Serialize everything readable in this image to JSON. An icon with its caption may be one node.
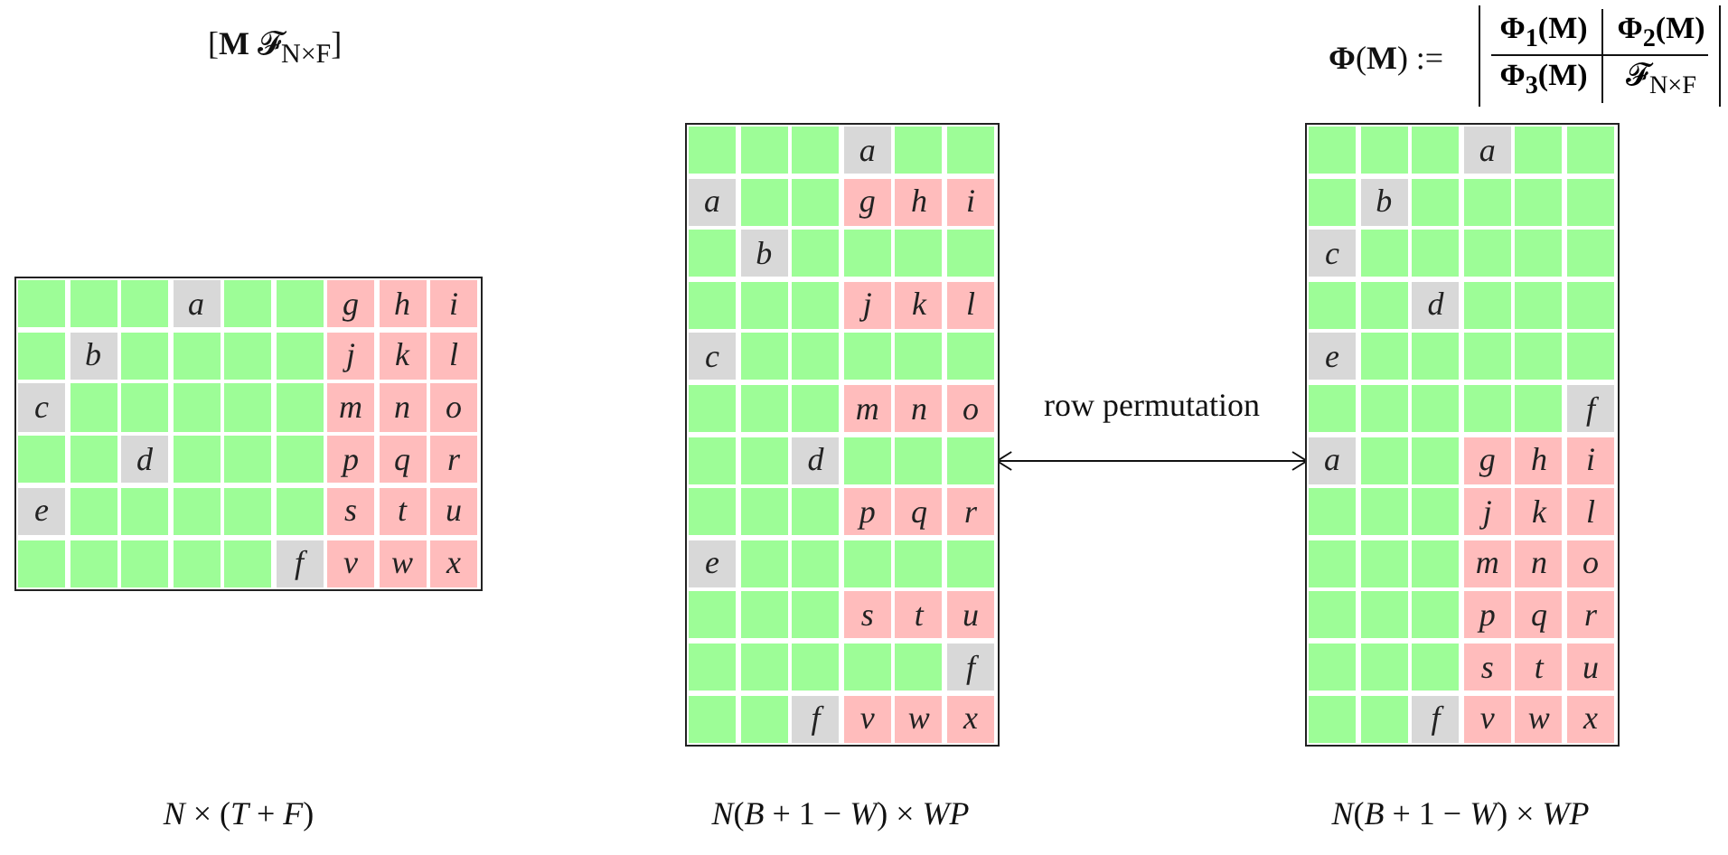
{
  "diagram": {
    "nodes": [
      {
        "text": [],
        "shape": "box"
      },
      {
        "text": [],
        "shape": "box",
        "in": 0
      },
      {
        "text": [],
        "shape": "box",
        "in": 0
      },
      {
        "text": [],
        "shape": "box",
        "in": 0
      },
      {
        "text": [
          "a"
        ],
        "in": 0
      },
      {
        "text": [],
        "shape": "box",
        "in": 0
      },
      {
        "text": [],
        "shape": "box",
        "in": 0
      },
      {
        "text": [
          "g"
        ],
        "in": 0
      },
      {
        "text": [
          "h"
        ],
        "in": 0
      },
      {
        "text": [
          "i"
        ],
        "in": 0
      },
      {
        "text": [],
        "shape": "box",
        "in": 0
      },
      {
        "text": [
          "b"
        ],
        "in": 0
      },
      {
        "text": [],
        "shape": "box",
        "in": 0
      },
      {
        "text": [],
        "shape": "box",
        "in": 0
      },
      {
        "text": [],
        "shape": "box",
        "in": 0
      },
      {
        "text": [],
        "shape": "box",
        "in": 0
      },
      {
        "text": [
          "j"
        ],
        "in": 0
      },
      {
        "text": [
          "k"
        ],
        "in": 0
      },
      {
        "text": [
          "l"
        ],
        "in": 0
      },
      {
        "text": [
          "c"
        ],
        "in": 0
      },
      {
        "text": [],
        "shape": "box",
        "in": 0
      },
      {
        "text": [],
        "shape": "box",
        "in": 0
      },
      {
        "text": [],
        "shape": "box",
        "in": 0
      },
      {
        "text": [],
        "shape": "box",
        "in": 0
      },
      {
        "text": [],
        "shape": "box",
        "in": 0
      },
      {
        "text": [
          "m"
        ],
        "in": 0
      },
      {
        "text": [
          "n"
        ],
        "in": 0
      },
      {
        "text": [
          "o"
        ],
        "in": 0
      },
      {
        "text": [],
        "shape": "box",
        "in": 0
      },
      {
        "text": [],
        "shape": "box",
        "in": 0
      },
      {
        "text": [
          "d"
        ],
        "in": 0
      },
      {
        "text": [],
        "shape": "box",
        "in": 0
      },
      {
        "text": [],
        "shape": "box",
        "in": 0
      },
      {
        "text": [],
        "shape": "box",
        "in": 0
      },
      {
        "text": [
          "p"
        ],
        "in": 0
      },
      {
        "text": [
          "q"
        ],
        "in": 0
      },
      {
        "text": [
          "r"
        ],
        "in": 0
      },
      {
        "text": [
          "e"
        ],
        "in": 0
      },
      {
        "text": [],
        "shape": "box",
        "in": 0
      },
      {
        "text": [],
        "shape": "box",
        "in": 0
      },
      {
        "text": [],
        "shape": "box",
        "in": 0
      },
      {
        "text": [],
        "shape": "box",
        "in": 0
      },
      {
        "text": [],
        "shape": "box",
        "in": 0
      },
      {
        "text": [
          "s"
        ],
        "in": 0
      },
      {
        "text": [
          "t"
        ],
        "in": 0
      },
      {
        "text": [
          "u"
        ],
        "in": 0
      },
      {
        "text": [],
        "shape": "box",
        "in": 0
      },
      {
        "text": [],
        "shape": "box",
        "in": 0
      },
      {
        "text": [],
        "shape": "box",
        "in": 0
      },
      {
        "text": [],
        "shape": "box",
        "in": 0
      },
      {
        "text": [],
        "shape": "box",
        "in": 0
      },
      {
        "text": [
          "f"
        ],
        "in": 0
      },
      {
        "text": [
          "v"
        ],
        "in": 0
      },
      {
        "text": [
          "w"
        ],
        "in": 0
      },
      {
        "text": [
          "x"
        ],
        "in": 0
      },
      {
        "text": [],
        "shape": "box"
      },
      {
        "text": [],
        "shape": "box",
        "in": 55
      },
      {
        "text": [],
        "shape": "box",
        "in": 55
      },
      {
        "text": [],
        "shape": "box",
        "in": 55
      },
      {
        "text": [
          "a"
        ],
        "in": 55
      },
      {
        "text": [],
        "shape": "box",
        "in": 55
      },
      {
        "text": [],
        "shape": "box",
        "in": 55
      },
      {
        "text": [
          "a"
        ],
        "in": 55
      },
      {
        "text": [],
        "shape": "box",
        "in": 55
      },
      {
        "text": [],
        "shape": "box",
        "in": 55
      },
      {
        "text": [
          "g"
        ],
        "in": 55
      },
      {
        "text": [
          "h"
        ],
        "in": 55
      },
      {
        "text": [
          "i"
        ],
        "in": 55
      },
      {
        "text": [],
        "shape": "box",
        "in": 55
      },
      {
        "text": [
          "b"
        ],
        "in": 55
      },
      {
        "text": [],
        "shape": "box",
        "in": 55
      },
      {
        "text": [],
        "shape": "box",
        "in": 55
      },
      {
        "text": [],
        "shape": "box",
        "in": 55
      },
      {
        "text": [],
        "shape": "box",
        "in": 55
      },
      {
        "text": [],
        "shape": "box",
        "in": 55
      },
      {
        "text": [],
        "shape": "box",
        "in": 55
      },
      {
        "text": [],
        "shape": "box",
        "in": 55
      },
      {
        "text": [
          "j"
        ],
        "in": 55
      },
      {
        "text": [
          "k"
        ],
        "in": 55
      },
      {
        "text": [
          "l"
        ],
        "in": 55
      },
      {
        "text": [
          "c"
        ],
        "in": 55
      },
      {
        "text": [],
        "shape": "box",
        "in": 55
      },
      {
        "text": [],
        "shape": "box",
        "in": 55
      },
      {
        "text": [],
        "shape": "box",
        "in": 55
      },
      {
        "text": [],
        "shape": "box",
        "in": 55
      },
      {
        "text": [],
        "shape": "box",
        "in": 55
      },
      {
        "text": [],
        "shape": "box",
        "in": 55
      },
      {
        "text": [],
        "shape": "box",
        "in": 55
      },
      {
        "text": [],
        "shape": "box",
        "in": 55
      },
      {
        "text": [
          "m"
        ],
        "in": 55
      },
      {
        "text": [
          "n"
        ],
        "in": 55
      },
      {
        "text": [
          "o"
        ],
        "in": 55
      },
      {
        "text": [],
        "shape": "box",
        "in": 55
      },
      {
        "text": [],
        "shape": "box",
        "in": 55
      },
      {
        "text": [
          "d"
        ],
        "in": 55
      },
      {
        "text": [],
        "shape": "box",
        "in": 55
      },
      {
        "text": [],
        "shape": "box",
        "in": 55
      },
      {
        "text": [],
        "shape": "box",
        "in": 55
      },
      {
        "text": [],
        "shape": "box",
        "in": 55
      },
      {
        "text": [],
        "shape": "box",
        "in": 55
      },
      {
        "text": [],
        "shape": "box",
        "in": 55
      },
      {
        "text": [
          "p"
        ],
        "in": 55
      },
      {
        "text": [
          "q"
        ],
        "in": 55
      },
      {
        "text": [
          "r"
        ],
        "in": 55
      },
      {
        "text": [
          "e"
        ],
        "in": 55
      },
      {
        "text": [],
        "shape": "box",
        "in": 55
      },
      {
        "text": [],
        "shape": "box",
        "in": 55
      },
      {
        "text": [],
        "shape": "box",
        "in": 55
      },
      {
        "text": [],
        "shape": "box",
        "in": 55
      },
      {
        "text": [],
        "shape": "box",
        "in": 55
      },
      {
        "text": [],
        "shape": "box",
        "in": 55
      },
      {
        "text": [],
        "shape": "box",
        "in": 55
      },
      {
        "text": [],
        "shape": "box",
        "in": 55
      },
      {
        "text": [
          "s"
        ],
        "in": 55
      },
      {
        "text": [
          "t"
        ],
        "in": 55
      },
      {
        "text": [
          "u"
        ],
        "in": 55
      },
      {
        "text": [],
        "shape": "box",
        "in": 55
      },
      {
        "text": [],
        "shape": "box",
        "in": 55
      },
      {
        "text": [],
        "shape": "box",
        "in": 55
      },
      {
        "text": [],
        "shape": "box",
        "in": 55
      },
      {
        "text": [],
        "shape": "box",
        "in": 55
      },
      {
        "text": [
          "f"
        ],
        "in": 55
      },
      {
        "text": [],
        "shape": "box",
        "in": 55
      },
      {
        "text": [],
        "shape": "box",
        "in": 55
      },
      {
        "text": [
          "f"
        ],
        "in": 55
      },
      {
        "text": [
          "v"
        ],
        "in": 55
      },
      {
        "text": [
          "w"
        ],
        "in": 55
      },
      {
        "text": [
          "x"
        ],
        "in": 55
      },
      {
        "text": [],
        "shape": "box"
      },
      {
        "text": [],
        "shape": "box",
        "in": 128
      },
      {
        "text": [],
        "shape": "box",
        "in": 128
      },
      {
        "text": [],
        "shape": "box",
        "in": 128
      },
      {
        "text": [
          "a"
        ],
        "in": 128
      },
      {
        "text": [],
        "shape": "box",
        "in": 128
      },
      {
        "text": [],
        "shape": "box",
        "in": 128
      },
      {
        "text": [],
        "shape": "box",
        "in": 128
      },
      {
        "text": [
          "b"
        ],
        "in": 128
      },
      {
        "text": [],
        "shape": "box",
        "in": 128
      },
      {
        "text": [],
        "shape": "box",
        "in": 128
      },
      {
        "text": [],
        "shape": "box",
        "in": 128
      },
      {
        "text": [],
        "shape": "box",
        "in": 128
      },
      {
        "text": [
          "c"
        ],
        "in": 128
      },
      {
        "text": [],
        "shape": "box",
        "in": 128
      },
      {
        "text": [],
        "shape": "box",
        "in": 128
      },
      {
        "text": [],
        "shape": "box",
        "in": 128
      },
      {
        "text": [],
        "shape": "box",
        "in": 128
      },
      {
        "text": [],
        "shape": "box",
        "in": 128
      },
      {
        "text": [],
        "shape": "box",
        "in": 128
      },
      {
        "text": [],
        "shape": "box",
        "in": 128
      },
      {
        "text": [
          "d"
        ],
        "in": 128
      },
      {
        "text": [],
        "shape": "box",
        "in": 128
      },
      {
        "text": [],
        "shape": "box",
        "in": 128
      },
      {
        "text": [],
        "shape": "box",
        "in": 128
      },
      {
        "text": [
          "e"
        ],
        "in": 128
      },
      {
        "text": [],
        "shape": "box",
        "in": 128
      },
      {
        "text": [],
        "shape": "box",
        "in": 128
      },
      {
        "text": [],
        "shape": "box",
        "in": 128
      },
      {
        "text": [],
        "shape": "box",
        "in": 128
      },
      {
        "text": [],
        "shape": "box",
        "in": 128
      },
      {
        "text": [],
        "shape": "box",
        "in": 128
      },
      {
        "text": [],
        "shape": "box",
        "in": 128
      },
      {
        "text": [],
        "shape": "box",
        "in": 128
      },
      {
        "text": [],
        "shape": "box",
        "in": 128
      },
      {
        "text": [],
        "shape": "box",
        "in": 128
      },
      {
        "text": [
          "f"
        ],
        "in": 128
      },
      {
        "text": [
          "a"
        ],
        "in": 128
      },
      {
        "text": [],
        "shape": "box",
        "in": 128
      },
      {
        "text": [],
        "shape": "box",
        "in": 128
      },
      {
        "text": [
          "g"
        ],
        "in": 128
      },
      {
        "text": [
          "h"
        ],
        "in": 128
      },
      {
        "text": [
          "i"
        ],
        "in": 128
      },
      {
        "text": [],
        "shape": "box",
        "in": 128
      },
      {
        "text": [],
        "shape": "box",
        "in": 128
      },
      {
        "text": [],
        "shape": "box",
        "in": 128
      },
      {
        "text": [
          "j"
        ],
        "in": 128
      },
      {
        "text": [
          "k"
        ],
        "in": 128
      },
      {
        "text": [
          "l"
        ],
        "in": 128
      },
      {
        "text": [],
        "shape": "box",
        "in": 128
      },
      {
        "text": [],
        "shape": "box",
        "in": 128
      },
      {
        "text": [],
        "shape": "box",
        "in": 128
      },
      {
        "text": [
          "m"
        ],
        "in": 128
      },
      {
        "text": [
          "n"
        ],
        "in": 128
      },
      {
        "text": [
          "o"
        ],
        "in": 128
      },
      {
        "text": [],
        "shape": "box",
        "in": 128
      },
      {
        "text": [],
        "shape": "box",
        "in": 128
      },
      {
        "text": [],
        "shape": "box",
        "in": 128
      },
      {
        "text": [
          "p"
        ],
        "in": 128
      },
      {
        "text": [
          "q"
        ],
        "in": 128
      },
      {
        "text": [
          "r"
        ],
        "in": 128
      },
      {
        "text": [],
        "shape": "box",
        "in": 128
      },
      {
        "text": [],
        "shape": "box",
        "in": 128
      },
      {
        "text": [],
        "shape": "box",
        "in": 128
      },
      {
        "text": [
          "s"
        ],
        "in": 128
      },
      {
        "text": [
          "t"
        ],
        "in": 128
      },
      {
        "text": [
          "u"
        ],
        "in": 128
      },
      {
        "text": [],
        "shape": "box",
        "in": 128
      },
      {
        "text": [],
        "shape": "box",
        "in": 128
      },
      {
        "text": [
          "f"
        ],
        "in": 128
      },
      {
        "text": [
          "v"
        ],
        "in": 128
      },
      {
        "text": [
          "w"
        ],
        "in": 128
      },
      {
        "text": [
          "x"
        ],
        "in": 128
      }
    ],
    "edges": [
      {
        "from": 55,
        "to": 128,
        "arrow": "both",
        "label": "row permutation"
      }
    ],
    "labels": [
      "[**M** 𝓕$_{N×F}$]",
      "**Φ**(**M**) :=",
      "Φ$_{1}$(M)",
      "Φ$_{2}$(M)",
      "Φ$_{3}$(M)",
      "𝓕$_{N×F}$",
      "*N* × (*T* + *F*)",
      "*N*(*B* + 1 − *W*) × *WP*",
      "*N*(*B* + 1 − *W*) × *WP*"
    ]
  }
}
